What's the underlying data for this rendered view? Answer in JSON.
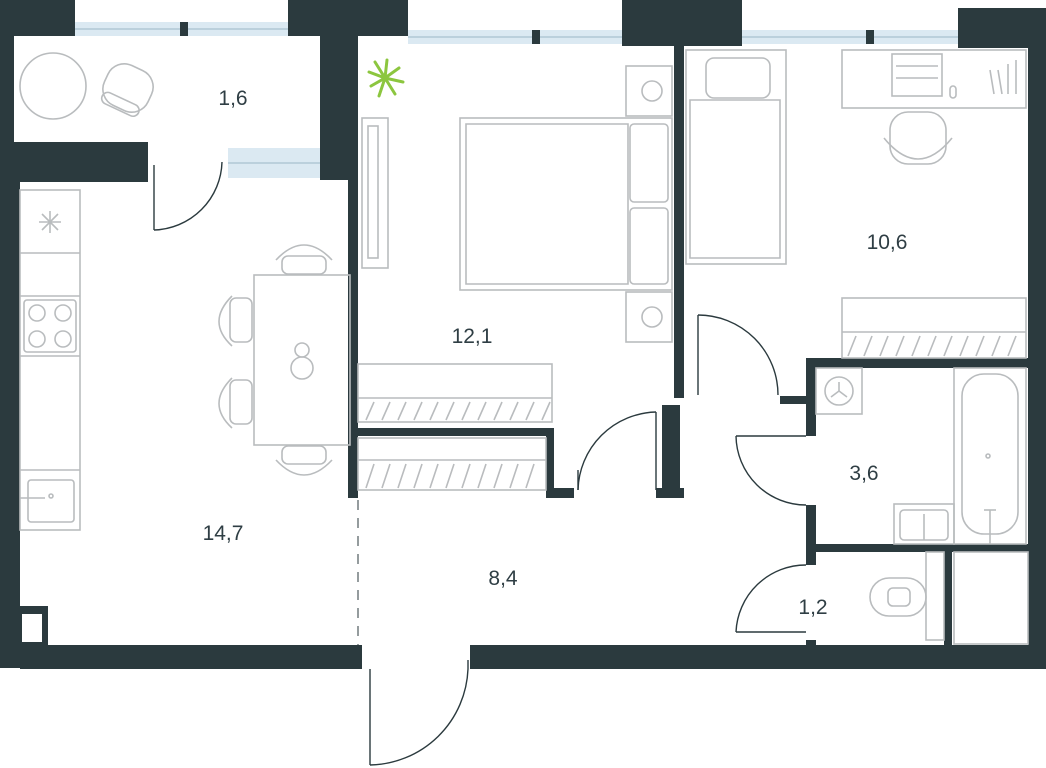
{
  "plan": {
    "wall_color": "#2b3a3e",
    "furniture_color": "#b9bcbe",
    "plant_color": "#8cc63f",
    "rooms": [
      {
        "id": "balcony",
        "area": "1,6"
      },
      {
        "id": "kitchen",
        "area": "14,7"
      },
      {
        "id": "bedroom",
        "area": "12,1"
      },
      {
        "id": "room",
        "area": "10,6"
      },
      {
        "id": "hallway",
        "area": "8,4"
      },
      {
        "id": "bathroom",
        "area": "3,6"
      },
      {
        "id": "toilet",
        "area": "1,2"
      }
    ],
    "icons": [
      "plant-icon",
      "snowflake-icon",
      "fan-icon"
    ]
  }
}
